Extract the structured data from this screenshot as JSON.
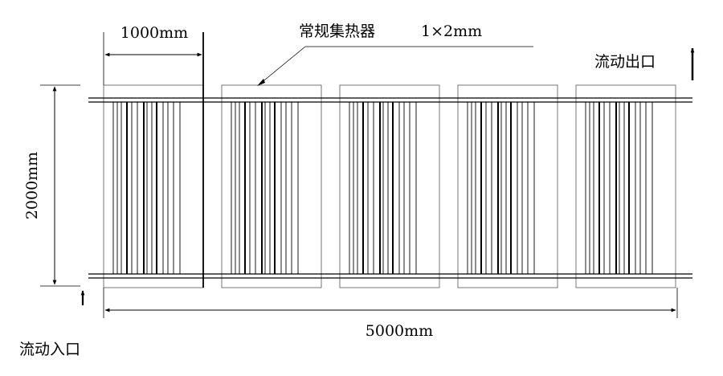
{
  "labels": {
    "width_single": "1000mm",
    "collector": "常规集热器",
    "tube_size": "1×2mm",
    "outlet": "流动出口",
    "height": "2000mm",
    "total_width": "5000mm",
    "inlet": "流动入口"
  },
  "panels": {
    "count": 5,
    "tubes_per_panel": 14
  }
}
